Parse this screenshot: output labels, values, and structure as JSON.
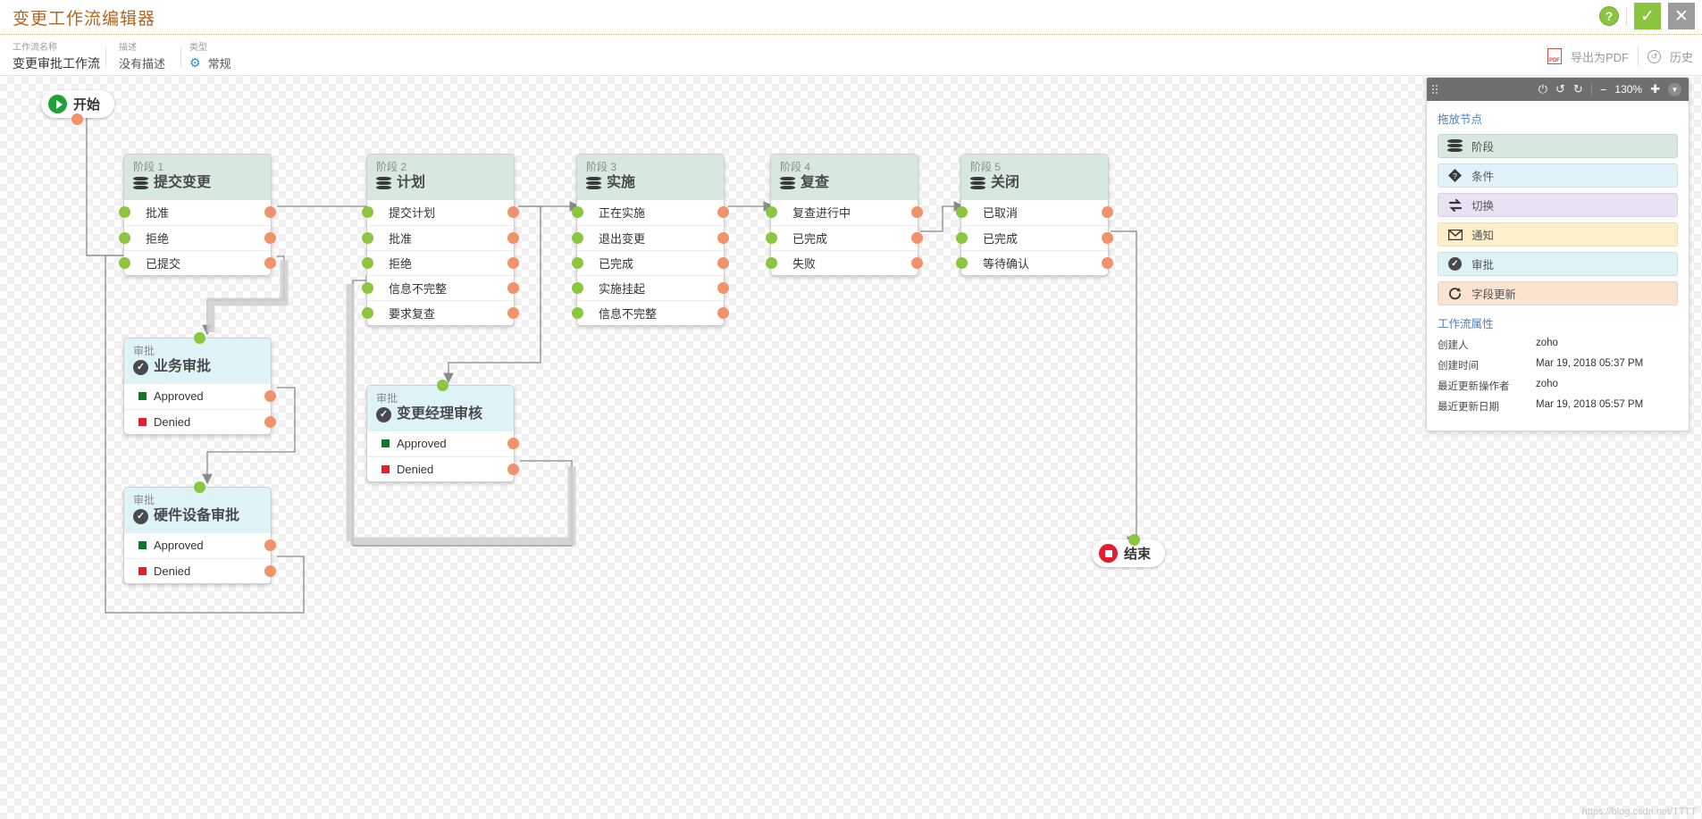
{
  "titlebar": {
    "app_title": "变更工作流编辑器",
    "help_label": "?",
    "confirm_label": "✓",
    "close_label": "✕"
  },
  "meta": {
    "name_label": "工作流名称",
    "name_value": "变更审批工作流",
    "desc_label": "描述",
    "desc_value": "没有描述",
    "type_label": "类型",
    "type_value": "常规",
    "export_pdf": "导出为PDF",
    "pdf_badge": "PDF",
    "history": "历史",
    "history_glyph": "↺"
  },
  "panel": {
    "zoom_level": "130%",
    "zoom_out": "−",
    "zoom_in": "✚",
    "power_glyph": "⏻",
    "undo_glyph": "↺",
    "redo_glyph": "↻",
    "expand_glyph": "▼",
    "drag_nodes_header": "拖放节点",
    "palette": [
      {
        "label": "阶段",
        "icon": "layers-icon",
        "color": "#d7e8de"
      },
      {
        "label": "条件",
        "icon": "question-diamond-icon",
        "color": "#e0f2fa"
      },
      {
        "label": "切换",
        "icon": "switch-arrows-icon",
        "color": "#e9e1f4"
      },
      {
        "label": "通知",
        "icon": "envelope-icon",
        "color": "#fdf0c9"
      },
      {
        "label": "审批",
        "icon": "check-circle-icon",
        "color": "#ddf3f6"
      },
      {
        "label": "字段更新",
        "icon": "refresh-icon",
        "color": "#fae3cf"
      }
    ],
    "properties_header": "工作流属性",
    "properties": [
      {
        "key": "创建人",
        "value": "zoho"
      },
      {
        "key": "创建时间",
        "value": "Mar 19, 2018 05:37 PM"
      },
      {
        "key": "最近更新操作者",
        "value": "zoho"
      },
      {
        "key": "最近更新日期",
        "value": "Mar 19, 2018 05:57 PM"
      }
    ]
  },
  "canvas": {
    "start_node": {
      "label": "开始",
      "icon": "play-icon"
    },
    "end_node": {
      "label": "结束",
      "icon": "stop-icon"
    },
    "stages": [
      {
        "sub": "阶段 1",
        "title": "提交变更",
        "rows": [
          "批准",
          "拒绝",
          "已提交"
        ]
      },
      {
        "sub": "阶段 2",
        "title": "计划",
        "rows": [
          "提交计划",
          "批准",
          "拒绝",
          "信息不完整",
          "要求复查"
        ]
      },
      {
        "sub": "阶段 3",
        "title": "实施",
        "rows": [
          "正在实施",
          "退出变更",
          "已完成",
          "实施挂起",
          "信息不完整"
        ]
      },
      {
        "sub": "阶段 4",
        "title": "复查",
        "rows": [
          "复查进行中",
          "已完成",
          "失败"
        ]
      },
      {
        "sub": "阶段 5",
        "title": "关闭",
        "rows": [
          "已取消",
          "已完成",
          "等待确认"
        ]
      }
    ],
    "approvals": [
      {
        "sub": "审批",
        "title": "业务审批",
        "rows": [
          "Approved",
          "Denied"
        ]
      },
      {
        "sub": "审批",
        "title": "硬件设备审批",
        "rows": [
          "Approved",
          "Denied"
        ]
      },
      {
        "sub": "审批",
        "title": "变更经理审核",
        "rows": [
          "Approved",
          "Denied"
        ]
      }
    ]
  },
  "watermark": "https://blog.csdn.net/TTTT"
}
